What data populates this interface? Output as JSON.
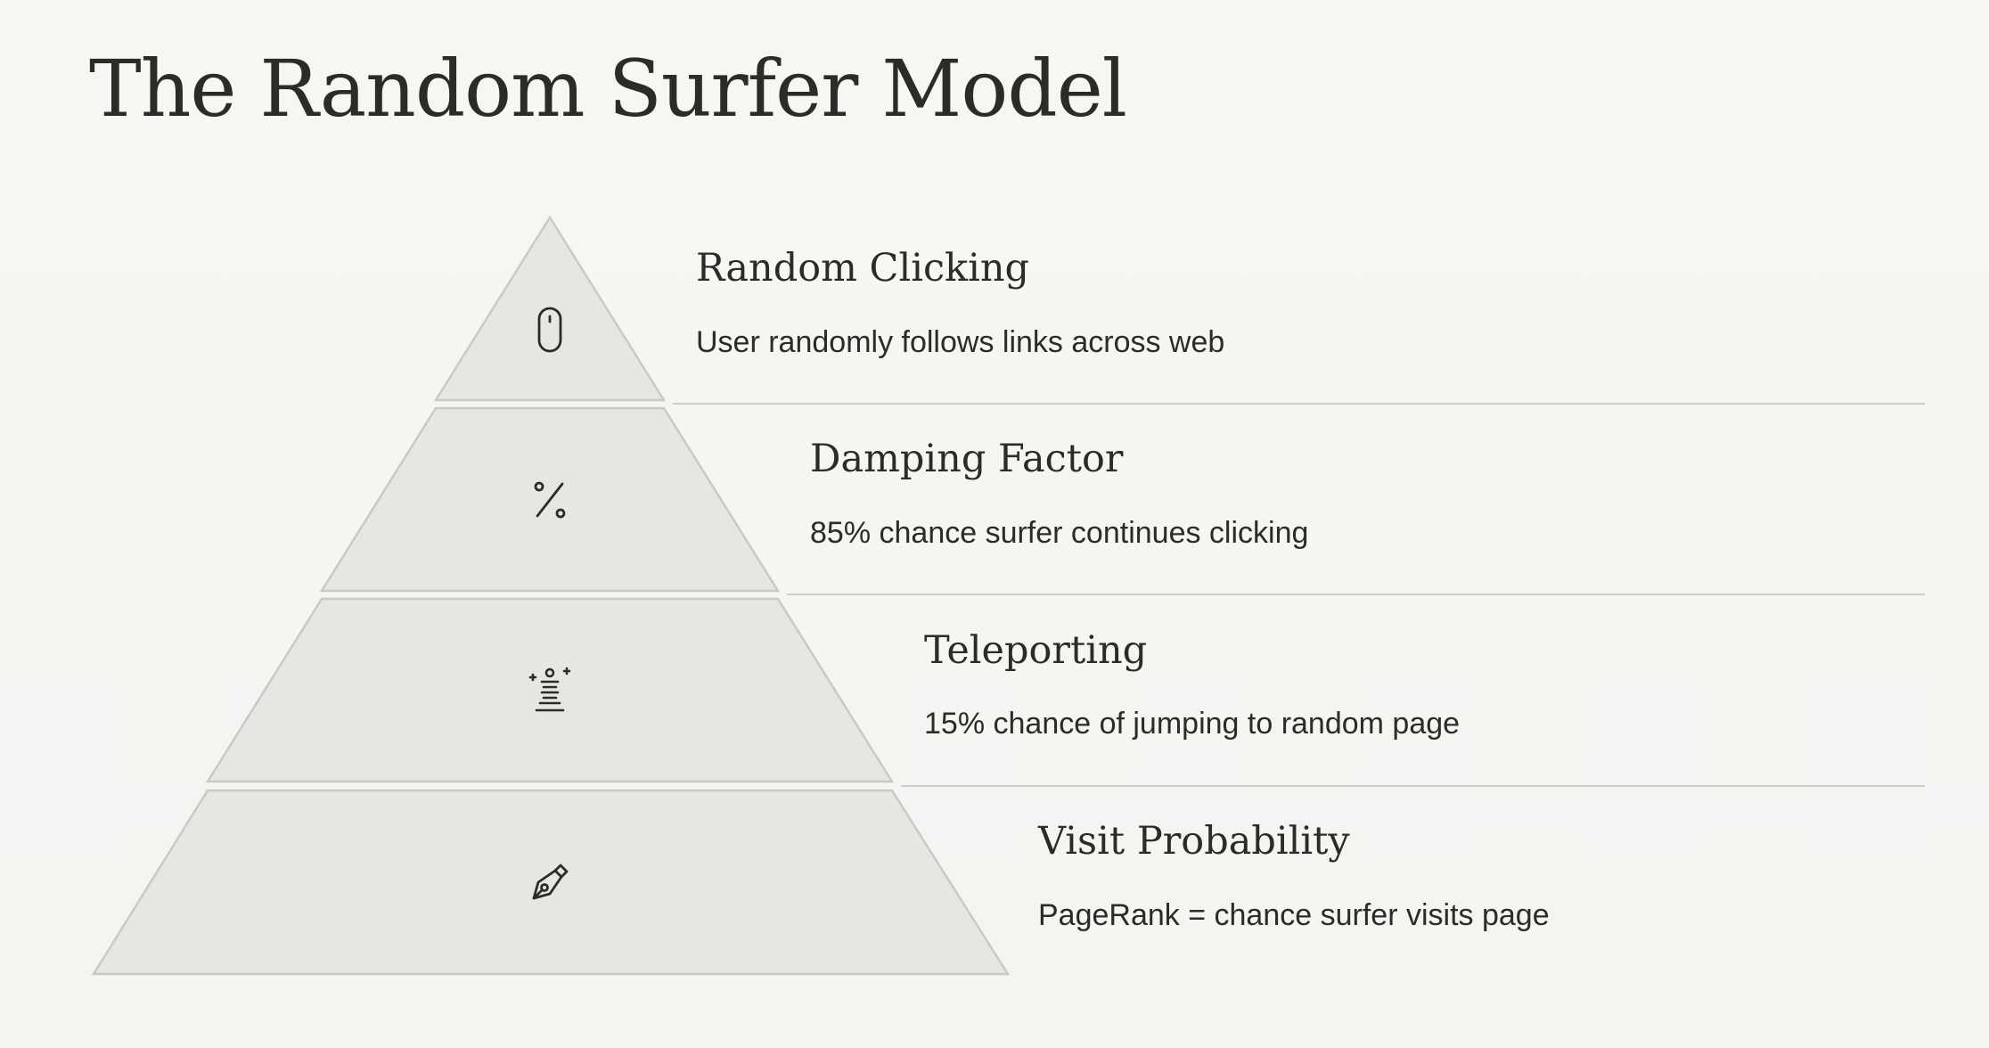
{
  "title": "The Random Surfer Model",
  "levels": [
    {
      "icon": "mouse-icon",
      "heading": "Random Clicking",
      "description": "User randomly follows links across web"
    },
    {
      "icon": "percent-icon",
      "heading": "Damping Factor",
      "description": "85% chance surfer continues clicking"
    },
    {
      "icon": "teleport-icon",
      "heading": "Teleporting",
      "description": "15% chance of jumping to random page"
    },
    {
      "icon": "pen-nib-icon",
      "heading": "Visit Probability",
      "description": "PageRank = chance surfer visits page"
    }
  ]
}
